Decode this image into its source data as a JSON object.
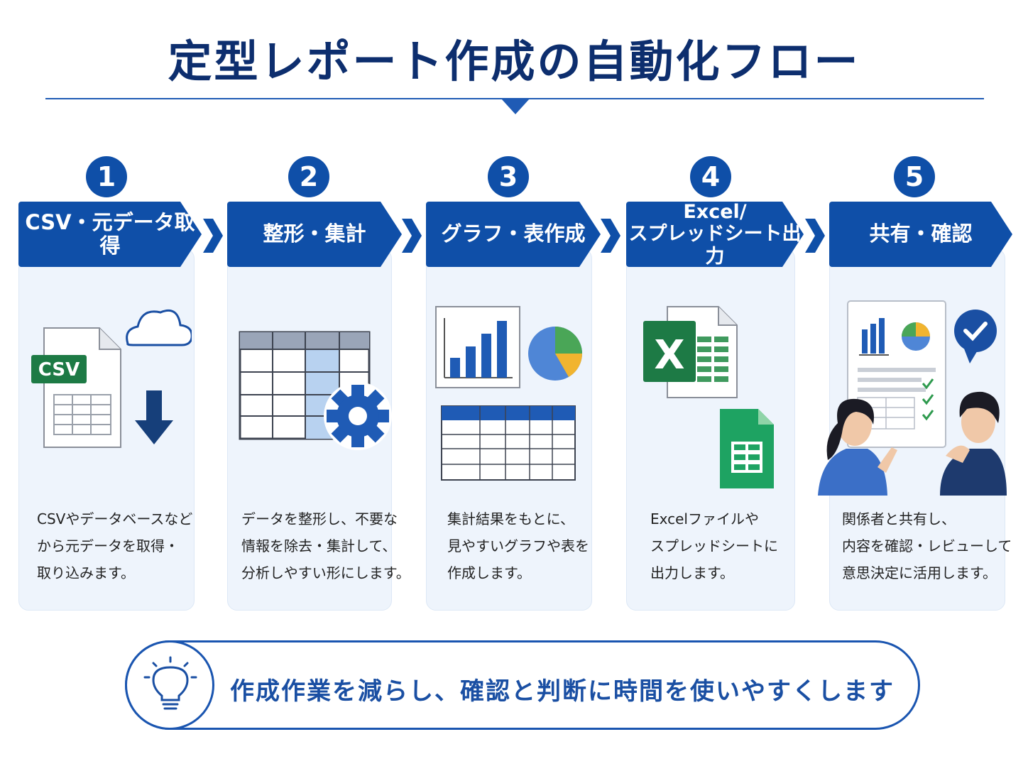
{
  "title": "定型レポート作成の自動化フロー",
  "steps": [
    {
      "number": "1",
      "label_lines": [
        "CSV・元データ取得"
      ],
      "description": [
        "CSVやデータベースなど",
        "から元データを取得・",
        "取り込みます。"
      ],
      "icon_badge": "CSV"
    },
    {
      "number": "2",
      "label_lines": [
        "整形・集計"
      ],
      "description": [
        "データを整形し、不要な",
        "情報を除去・集計して、",
        "分析しやすい形にします。"
      ]
    },
    {
      "number": "3",
      "label_lines": [
        "グラフ・表作成"
      ],
      "description": [
        "集計結果をもとに、",
        "見やすいグラフや表を",
        "作成します。"
      ]
    },
    {
      "number": "4",
      "label_lines": [
        "Excel/",
        "スプレッドシート出力"
      ],
      "description": [
        "Excelファイルや",
        "スプレッドシートに",
        "出力します。"
      ],
      "icon_badge": "X"
    },
    {
      "number": "5",
      "label_lines": [
        "共有・確認"
      ],
      "description": [
        "関係者と共有し、",
        "内容を確認・レビューして",
        "意思決定に活用します。"
      ]
    }
  ],
  "footer": {
    "message": "作成作業を減らし、確認と判断に時間を使いやすくします"
  },
  "colors": {
    "primary": "#0f4fa8",
    "title": "#0d2e6e",
    "card_bg": "#eef4fc",
    "excel_green": "#1d7a45",
    "sheets_green": "#1ea362"
  },
  "icons": [
    "csv-file-icon",
    "cloud-icon",
    "download-arrow-icon",
    "table-icon",
    "gear-icon",
    "bar-chart-icon",
    "pie-chart-icon",
    "excel-icon",
    "sheets-icon",
    "report-icon",
    "check-bubble-icon",
    "people-icon",
    "lightbulb-icon"
  ]
}
